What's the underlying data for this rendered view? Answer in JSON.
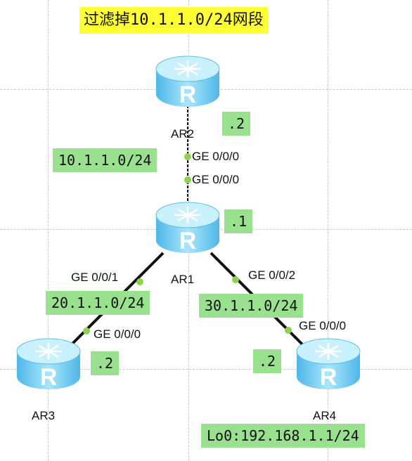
{
  "title": "过滤掉10.1.1.0/24网段",
  "routers": {
    "ar1": {
      "name": "AR1",
      "suffix": ".1"
    },
    "ar2": {
      "name": "AR2",
      "suffix": ".2"
    },
    "ar3": {
      "name": "AR3",
      "suffix": ".2"
    },
    "ar4": {
      "name": "AR4",
      "suffix": ".2",
      "loopback": "Lo0:192.168.1.1/24"
    }
  },
  "links": {
    "ar1_ar2": {
      "network": "10.1.1.0/24",
      "ar2_if": "GE 0/0/0",
      "ar1_if": "GE 0/0/0"
    },
    "ar1_ar3": {
      "network": "20.1.1.0/24",
      "ar1_if": "GE 0/0/1",
      "ar3_if": "GE 0/0/0"
    },
    "ar1_ar4": {
      "network": "30.1.1.0/24",
      "ar1_if": "GE 0/0/2",
      "ar4_if": "GE 0/0/0"
    }
  },
  "icon": "router-icon",
  "colors": {
    "title_bg": "#ffff33",
    "tag_bg": "#99e08f",
    "port_dot": "#8fd14f",
    "router_body": "#7fd3f4",
    "link": "#111111"
  }
}
